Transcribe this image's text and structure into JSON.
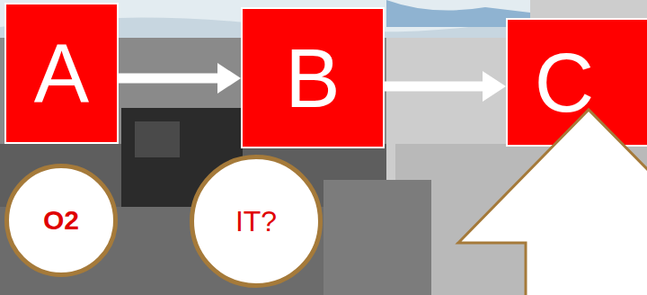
{
  "diagram": {
    "nodes": [
      {
        "text": [
          "A"
        ]
      },
      {
        "text": [
          "B"
        ]
      },
      {
        "text": [
          "C"
        ]
      },
      {
        "text": [
          "O2"
        ]
      },
      {
        "text": [
          "IT?"
        ]
      }
    ],
    "edges": [
      {
        "from": 0,
        "to": 1,
        "arrow": "to"
      },
      {
        "from": 1,
        "to": 2,
        "arrow": "to"
      }
    ]
  }
}
